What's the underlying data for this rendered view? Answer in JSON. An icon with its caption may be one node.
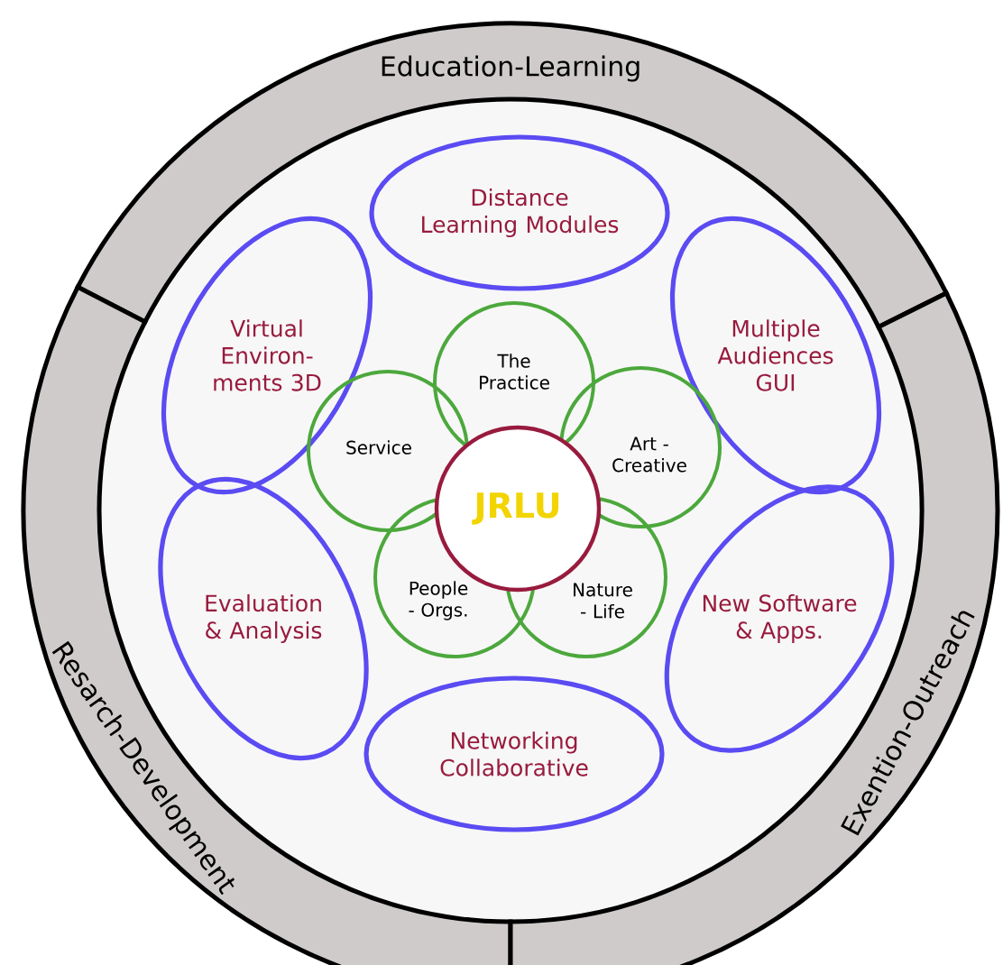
{
  "diagram": {
    "nodes": [
      {
        "text": [
          "Education-Learning"
        ]
      },
      {
        "text": [
          "Resarch-Development"
        ]
      },
      {
        "text": [
          "Exention-Outreach"
        ]
      },
      {
        "text": [
          "Distance Learning Modules"
        ]
      },
      {
        "text": [
          "Virtual Environ- ments 3D"
        ]
      },
      {
        "text": [
          "Multiple Audiences GUI"
        ]
      },
      {
        "text": [
          "Evaluation & Analysis"
        ]
      },
      {
        "text": [
          "New Software & Apps."
        ]
      },
      {
        "text": [
          "Networking Collaborative"
        ]
      },
      {
        "text": [
          "The Practice"
        ]
      },
      {
        "text": [
          "Service"
        ]
      },
      {
        "text": [
          "Art - Creative"
        ]
      },
      {
        "text": [
          "JRLU"
        ]
      },
      {
        "text": [
          "People - Orgs."
        ]
      },
      {
        "text": [
          "Nature - Life"
        ]
      }
    ]
  }
}
